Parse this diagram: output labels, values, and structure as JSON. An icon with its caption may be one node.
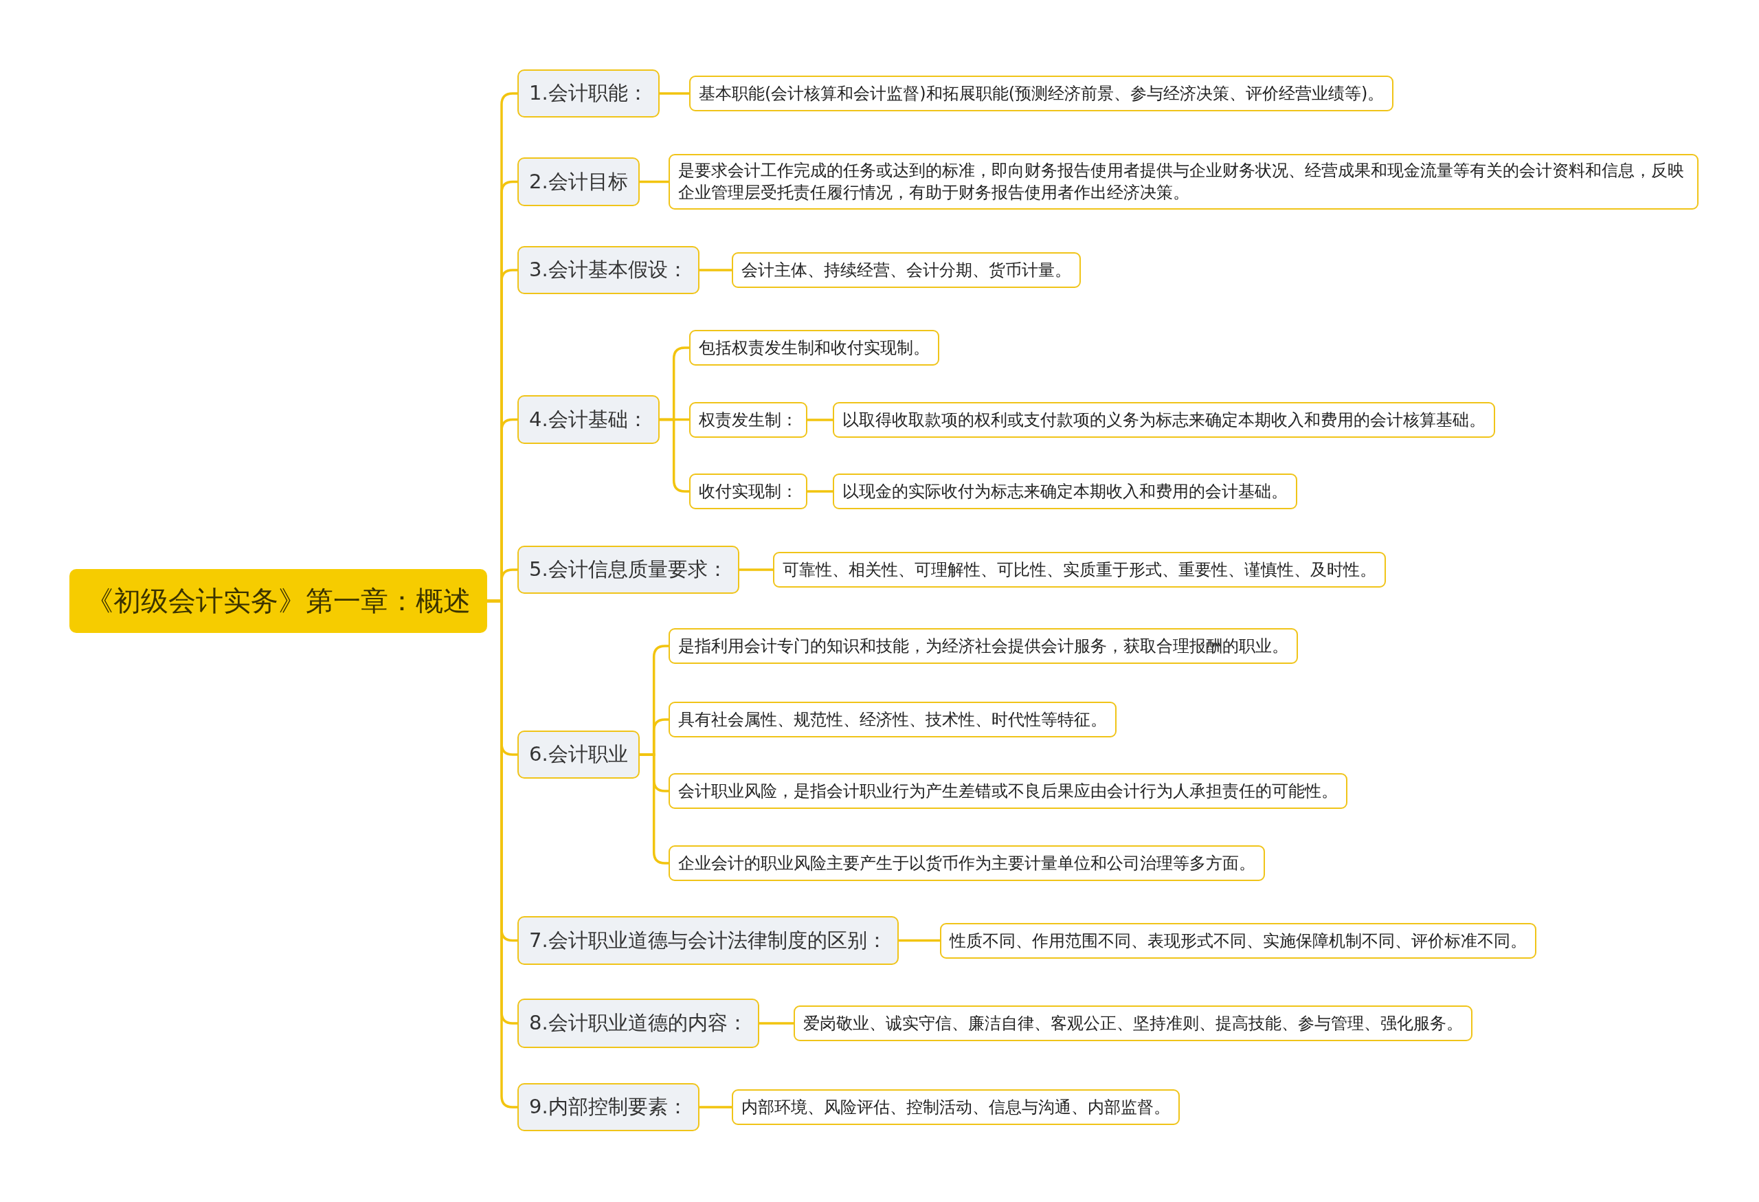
{
  "diagram": {
    "nodes": [
      {
        "text": [
          "《初级会计实务》第一章：概述"
        ]
      },
      {
        "text": [
          "1.会计职能："
        ]
      },
      {
        "text": [
          "基本职能(会计核算和会计监督)和拓展职能(预测经济前景、参与经济决策、评价经营业绩等)。"
        ]
      },
      {
        "text": [
          "2.会计目标"
        ]
      },
      {
        "text": [
          "是要求会计工作完成的任务或达到的标准，即向财务报告使用者提供与企业财务状况、经营成果和现金流量等有关的会计资料和信息，反映企业管理层受托责任履行情况，有助于财务报告使用者作出经济决策。"
        ]
      },
      {
        "text": [
          "3.会计基本假设："
        ]
      },
      {
        "text": [
          "会计主体、持续经营、会计分期、货币计量。"
        ]
      },
      {
        "text": [
          "4.会计基础："
        ]
      },
      {
        "text": [
          "包括权责发生制和收付实现制。"
        ]
      },
      {
        "text": [
          "权责发生制："
        ]
      },
      {
        "text": [
          "以取得收取款项的权利或支付款项的义务为标志来确定本期收入和费用的会计核算基础。"
        ]
      },
      {
        "text": [
          "收付实现制："
        ]
      },
      {
        "text": [
          "以现金的实际收付为标志来确定本期收入和费用的会计基础。"
        ]
      },
      {
        "text": [
          "5.会计信息质量要求："
        ]
      },
      {
        "text": [
          "可靠性、相关性、可理解性、可比性、实质重于形式、重要性、谨慎性、及时性。"
        ]
      },
      {
        "text": [
          "6.会计职业"
        ]
      },
      {
        "text": [
          "是指利用会计专门的知识和技能，为经济社会提供会计服务，获取合理报酬的职业。"
        ]
      },
      {
        "text": [
          "具有社会属性、规范性、经济性、技术性、时代性等特征。"
        ]
      },
      {
        "text": [
          "会计职业风险，是指会计职业行为产生差错或不良后果应由会计行为人承担责任的可能性。"
        ]
      },
      {
        "text": [
          "企业会计的职业风险主要产生于以货币作为主要计量单位和公司治理等多方面。"
        ]
      },
      {
        "text": [
          "7.会计职业道德与会计法律制度的区别："
        ]
      },
      {
        "text": [
          "性质不同、作用范围不同、表现形式不同、实施保障机制不同、评价标准不同。"
        ]
      },
      {
        "text": [
          "8.会计职业道德的内容："
        ]
      },
      {
        "text": [
          "爱岗敬业、诚实守信、廉洁自律、客观公正、坚持准则、提高技能、参与管理、强化服务。"
        ]
      },
      {
        "text": [
          "9.内部控制要素："
        ]
      },
      {
        "text": [
          "内部环境、风险评估、控制活动、信息与沟通、内部监督。"
        ]
      }
    ],
    "edges": [
      {
        "from": 0,
        "to": 1,
        "arrow": "none"
      },
      {
        "from": 0,
        "to": 3,
        "arrow": "none"
      },
      {
        "from": 0,
        "to": 5,
        "arrow": "none"
      },
      {
        "from": 0,
        "to": 7,
        "arrow": "none"
      },
      {
        "from": 0,
        "to": 13,
        "arrow": "none"
      },
      {
        "from": 0,
        "to": 15,
        "arrow": "none"
      },
      {
        "from": 0,
        "to": 20,
        "arrow": "none"
      },
      {
        "from": 0,
        "to": 22,
        "arrow": "none"
      },
      {
        "from": 0,
        "to": 24,
        "arrow": "none"
      },
      {
        "from": 1,
        "to": 2,
        "arrow": "none"
      },
      {
        "from": 3,
        "to": 4,
        "arrow": "none"
      },
      {
        "from": 5,
        "to": 6,
        "arrow": "none"
      },
      {
        "from": 7,
        "to": 8,
        "arrow": "none"
      },
      {
        "from": 7,
        "to": 9,
        "arrow": "none"
      },
      {
        "from": 9,
        "to": 10,
        "arrow": "none"
      },
      {
        "from": 7,
        "to": 11,
        "arrow": "none"
      },
      {
        "from": 11,
        "to": 12,
        "arrow": "none"
      },
      {
        "from": 13,
        "to": 14,
        "arrow": "none"
      },
      {
        "from": 15,
        "to": 16,
        "arrow": "none"
      },
      {
        "from": 15,
        "to": 17,
        "arrow": "none"
      },
      {
        "from": 15,
        "to": 18,
        "arrow": "none"
      },
      {
        "from": 15,
        "to": 19,
        "arrow": "none"
      },
      {
        "from": 20,
        "to": 21,
        "arrow": "none"
      },
      {
        "from": 22,
        "to": 23,
        "arrow": "none"
      },
      {
        "from": 24,
        "to": 25,
        "arrow": "none"
      }
    ]
  }
}
